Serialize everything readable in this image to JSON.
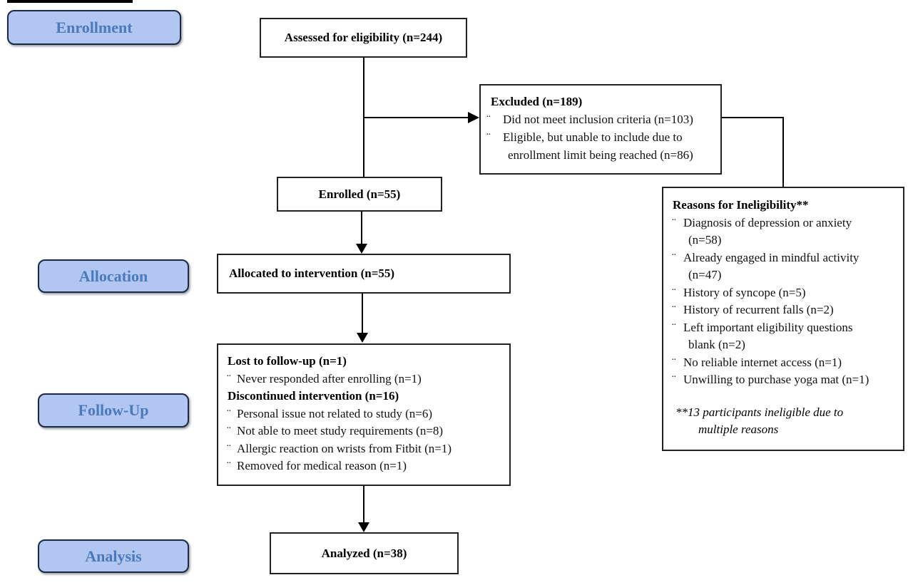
{
  "bullet_char": "¨",
  "stages": {
    "enrollment": "Enrollment",
    "allocation": "Allocation",
    "followup": "Follow-Up",
    "analysis": "Analysis"
  },
  "boxes": {
    "assessed": {
      "label": "Assessed for eligibility (n=244)"
    },
    "excluded": {
      "title": "Excluded (n=189)",
      "items": [
        "Did not meet inclusion criteria (n=103)",
        [
          "Eligible, but unable to include due to",
          "enrollment limit being reached (n=86)"
        ]
      ]
    },
    "enrolled": {
      "label": "Enrolled (n=55)"
    },
    "allocated": {
      "label": "Allocated to intervention (n=55)"
    },
    "followup": {
      "lost_title": "Lost to follow-up (n=1)",
      "lost_items": [
        "Never responded after enrolling (n=1)"
      ],
      "discontinued_title": "Discontinued intervention (n=16)",
      "discontinued_items": [
        "Personal issue not related to study (n=6)",
        "Not able to meet study requirements (n=8)",
        "Allergic reaction on wrists from Fitbit (n=1)",
        "Removed for medical reason (n=1)"
      ]
    },
    "analyzed": {
      "label": "Analyzed (n=38)"
    },
    "reasons": {
      "title": "Reasons for Ineligibility**",
      "items": [
        [
          "Diagnosis of depression or anxiety",
          "(n=58)"
        ],
        [
          "Already engaged in mindful activity",
          "(n=47)"
        ],
        [
          "History of syncope (n=5)"
        ],
        [
          "History of recurrent falls (n=2)"
        ],
        [
          "Left important eligibility questions",
          "blank (n=2)"
        ],
        [
          "No reliable internet access (n=1)"
        ],
        [
          "Unwilling to purchase yoga mat (n=1)"
        ]
      ],
      "footnote_lines": [
        "**13 participants ineligible due to",
        "multiple reasons"
      ]
    }
  },
  "colors": {
    "stage_fill": "#b1c6f0",
    "stage_text": "#4b7abc",
    "stage_border": "#1b2a44",
    "box_border": "#222222",
    "connector": "#000000",
    "background": "#ffffff"
  }
}
